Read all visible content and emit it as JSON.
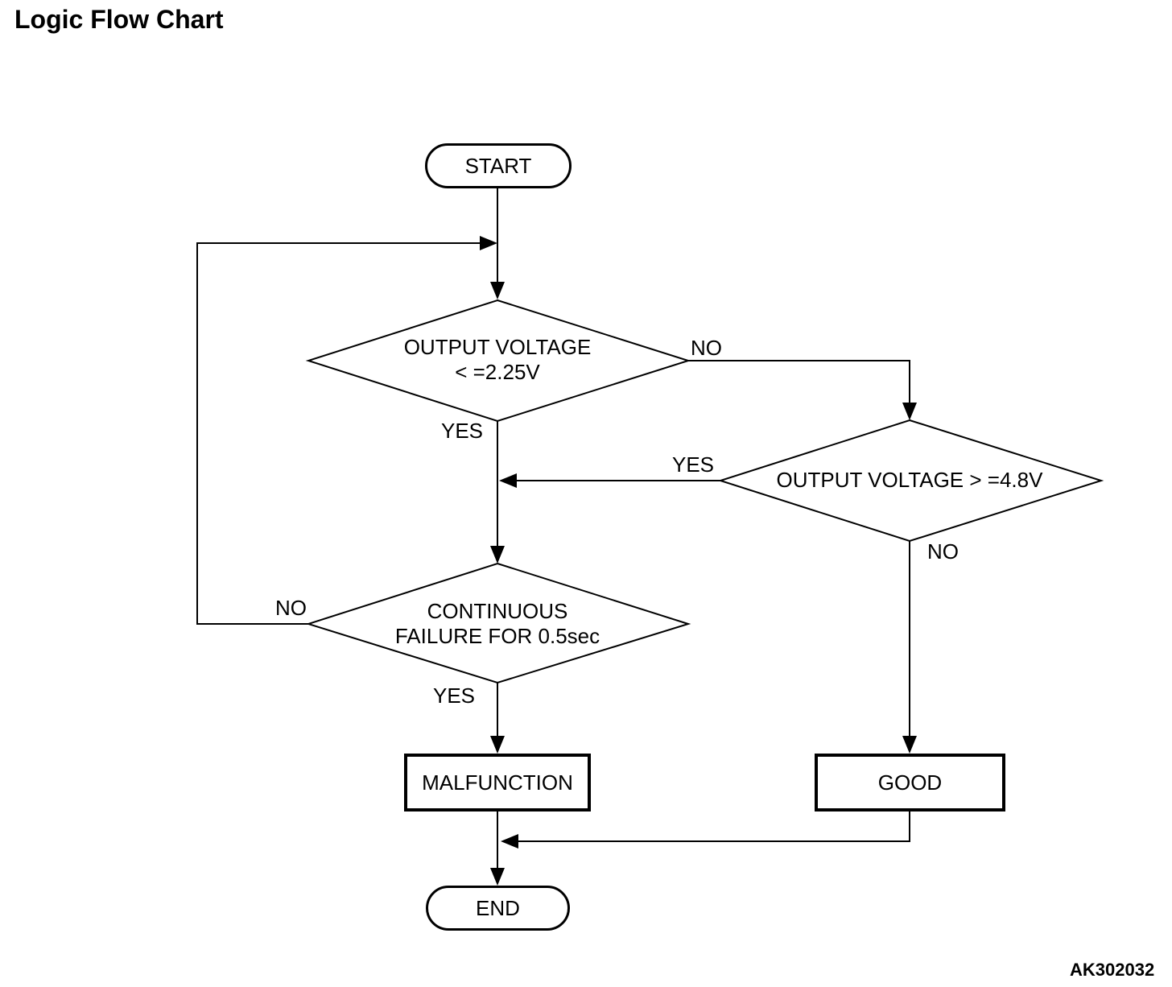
{
  "page": {
    "title": "Logic Flow Chart",
    "figure_code": "AK302032"
  },
  "nodes": {
    "start": {
      "label": "START",
      "type": "terminator"
    },
    "decision_output_low": {
      "line1": "OUTPUT VOLTAGE",
      "line2": "< =2.25V",
      "type": "decision"
    },
    "decision_output_high": {
      "label": "OUTPUT VOLTAGE > =4.8V",
      "type": "decision"
    },
    "decision_continuous_failure": {
      "line1": "CONTINUOUS",
      "line2": "FAILURE FOR 0.5sec",
      "type": "decision"
    },
    "malfunction": {
      "label": "MALFUNCTION",
      "type": "process"
    },
    "good": {
      "label": "GOOD",
      "type": "process"
    },
    "end": {
      "label": "END",
      "type": "terminator"
    }
  },
  "edge_labels": {
    "decision_output_low_no": "NO",
    "decision_output_low_yes": "YES",
    "decision_output_high_yes": "YES",
    "decision_output_high_no": "NO",
    "decision_continuous_failure_no": "NO",
    "decision_continuous_failure_yes": "YES"
  },
  "colors": {
    "line": "#000000",
    "background": "#ffffff",
    "text": "#000000"
  }
}
